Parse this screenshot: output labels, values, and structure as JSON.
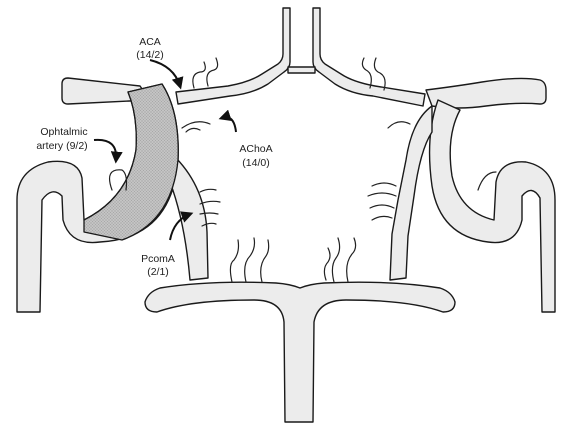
{
  "labels": {
    "aca": {
      "name": "ACA",
      "counts": "(14/2)"
    },
    "ophthalmic": {
      "name": "Ophtalmic",
      "line2": "artery (9/2)"
    },
    "achoa": {
      "name": "AChoA",
      "counts": "(14/0)"
    },
    "pcoma": {
      "name": "PcomA",
      "counts": "(2/1)"
    }
  },
  "colors": {
    "vessel_fill": "#ececec",
    "vessel_stroke": "#1a1a1a",
    "highlight_fill": "#b7b7b7",
    "background": "#ffffff"
  }
}
